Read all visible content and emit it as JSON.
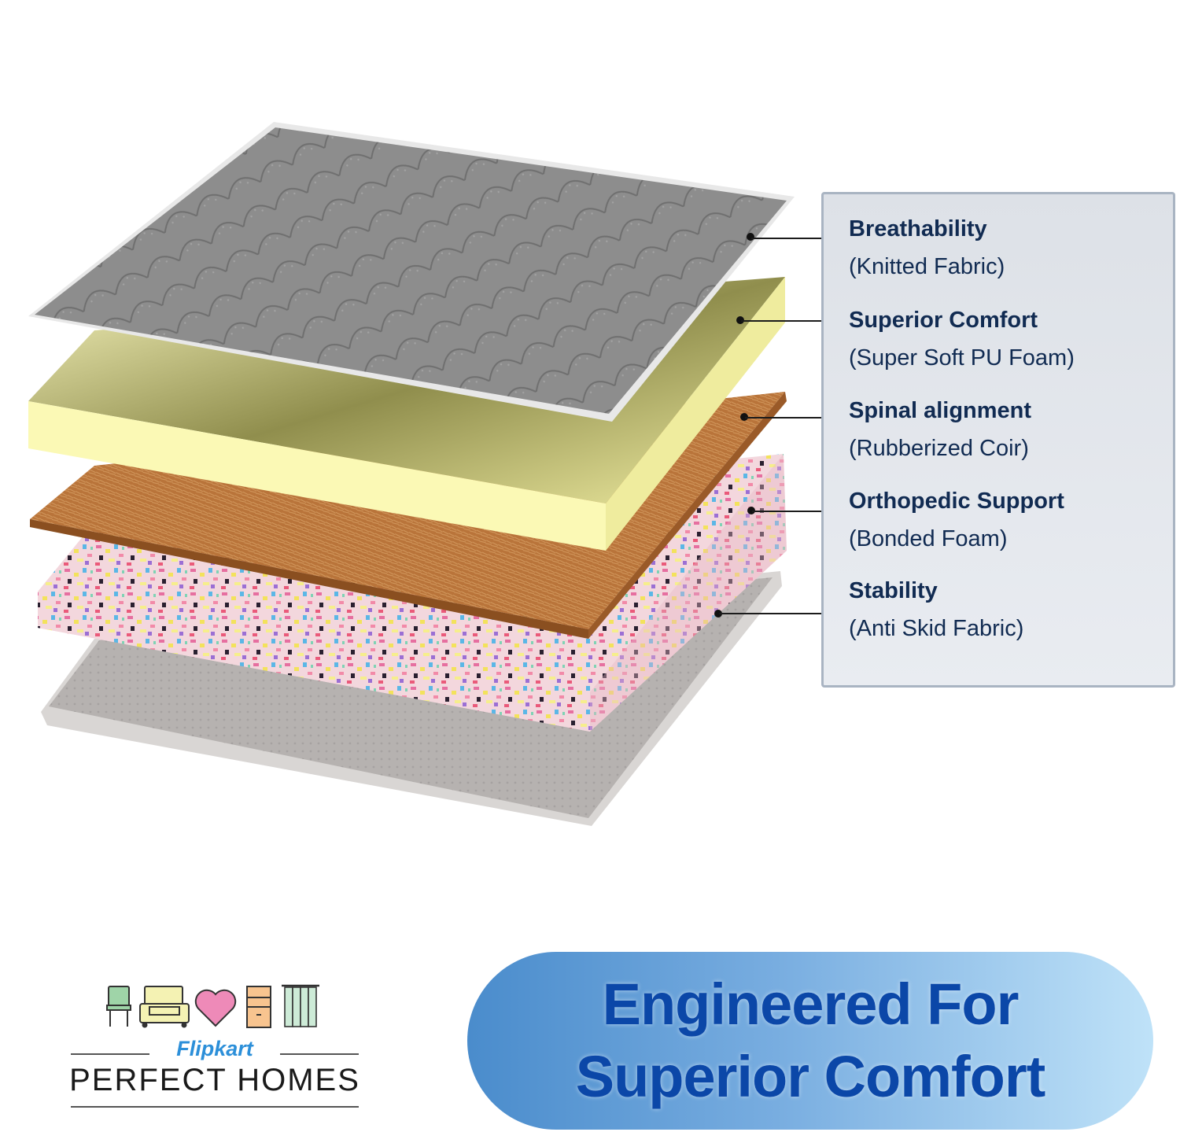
{
  "diagram": {
    "title": "Mattress layer diagram",
    "layers": [
      {
        "id": "knitted-fabric",
        "title": "Breathability",
        "material": "(Knitted Fabric)",
        "color": "#8e8e8e"
      },
      {
        "id": "pu-foam",
        "title": "Superior Comfort",
        "material": "(Super Soft PU Foam)",
        "color": "#f6f4b0"
      },
      {
        "id": "rubberized-coir",
        "title": "Spinal alignment",
        "material": "(Rubberized Coir)",
        "color": "#b8733a"
      },
      {
        "id": "bonded-foam",
        "title": "Orthopedic Support",
        "material": "(Bonded Foam)",
        "color": "#e9a0c0"
      },
      {
        "id": "anti-skid",
        "title": "Stability",
        "material": "(Anti Skid Fabric)",
        "color": "#b7b3b2"
      }
    ]
  },
  "logo": {
    "brand": "Flipkart",
    "name": "PERFECT HOMES",
    "icons": [
      "chair-icon",
      "sofa-icon",
      "heart-icon",
      "cabinet-icon",
      "curtain-icon"
    ]
  },
  "banner": {
    "line1": "Engineered For",
    "line2": "Superior Comfort"
  },
  "colors": {
    "text_dark": "#112b52",
    "banner_text": "#0b47a8",
    "flipkart_blue": "#2c8fd9"
  }
}
